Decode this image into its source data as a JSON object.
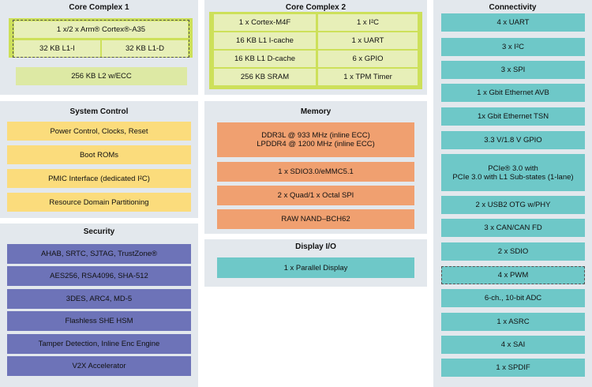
{
  "core_complex_1": {
    "title": "Core Complex 1",
    "cortex": "1 x/2 x Arm® Cortex®-A35",
    "l1i": "32 KB L1-I",
    "l1d": "32 KB L1-D",
    "l2": "256 KB L2 w/ECC"
  },
  "core_complex_2": {
    "title": "Core Complex 2",
    "items_left": [
      "1 x  Cortex-M4F",
      "16 KB L1 I-cache",
      "16 KB L1 D-cache",
      "256 KB SRAM"
    ],
    "items_right": [
      "1 x I²C",
      "1 x UART",
      "6 x GPIO",
      "1 x TPM Timer"
    ]
  },
  "connectivity": {
    "title": "Connectivity",
    "items": [
      "4 x UART",
      "3 x I²C",
      "3 x SPI",
      "1 x Gbit Ethernet AVB",
      "1x Gbit Ethernet TSN",
      "3.3 V/1.8 V GPIO",
      "PCIe® 3.0 with",
      "PCIe 3.0 with L1 Sub-states (1-lane)",
      "2 x USB2 OTG w/PHY",
      "3 x CAN/CAN FD",
      "2 x SDIO",
      "4 x PWM",
      "6-ch., 10-bit ADC",
      "1 x ASRC",
      "4 x SAI",
      "1 x SPDIF"
    ]
  },
  "system_control": {
    "title": "System Control",
    "items": [
      "Power Control, Clocks, Reset",
      "Boot ROMs",
      "PMIC Interface (dedicated I²C)",
      "Resource Domain Partitioning"
    ]
  },
  "memory": {
    "title": "Memory",
    "ddr_line1": "DDR3L @ 933 MHz (inline ECC)",
    "ddr_line2": "LPDDR4 @ 1200 MHz (inline ECC)",
    "items": [
      "1 x SDIO3.0/eMMC5.1",
      "2 x Quad/1 x Octal SPI",
      "RAW NAND–BCH62"
    ]
  },
  "security": {
    "title": "Security",
    "items": [
      "AHAB, SRTC, SJTAG, TrustZone®",
      "AES256, RSA4096, SHA-512",
      "3DES, ARC4, MD-5",
      "Flashless SHE HSM",
      "Tamper Detection, Inline Enc Engine",
      "V2X Accelerator"
    ]
  },
  "display_io": {
    "title": "Display I/O",
    "items": [
      "1 x Parallel Display"
    ]
  }
}
